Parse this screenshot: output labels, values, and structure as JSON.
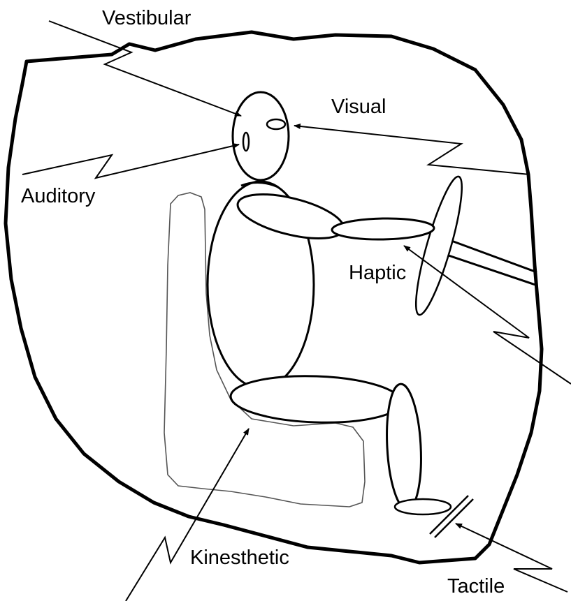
{
  "labels": {
    "vestibular": "Vestibular",
    "visual": "Visual",
    "auditory": "Auditory",
    "haptic": "Haptic",
    "kinesthetic": "Kinesthetic",
    "tactile": "Tactile"
  },
  "colors": {
    "ink": "#000000",
    "seat_outline": "#555555",
    "background": "#ffffff"
  }
}
